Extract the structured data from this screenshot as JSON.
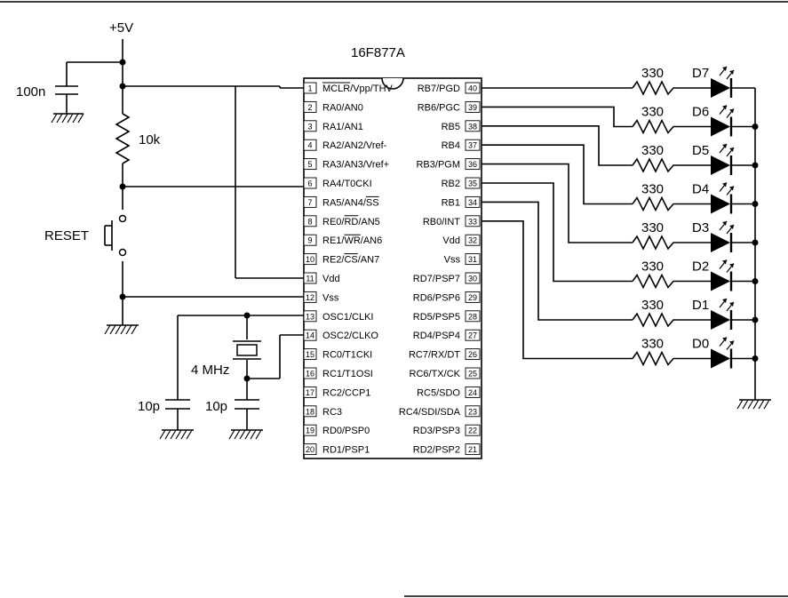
{
  "chip": {
    "name": "16F877A",
    "left_pins": [
      {
        "num": "1",
        "label": "MCLR/Vpp/THV",
        "bar": "MCLR"
      },
      {
        "num": "2",
        "label": "RA0/AN0"
      },
      {
        "num": "3",
        "label": "RA1/AN1"
      },
      {
        "num": "4",
        "label": "RA2/AN2/Vref-"
      },
      {
        "num": "5",
        "label": "RA3/AN3/Vref+"
      },
      {
        "num": "6",
        "label": "RA4/T0CKI"
      },
      {
        "num": "7",
        "label": "RA5/AN4/SS",
        "bar": "SS"
      },
      {
        "num": "8",
        "label": "RE0/RD/AN5",
        "bar": "RD"
      },
      {
        "num": "9",
        "label": "RE1/WR/AN6",
        "bar": "WR"
      },
      {
        "num": "10",
        "label": "RE2/CS/AN7",
        "bar": "CS"
      },
      {
        "num": "11",
        "label": "Vdd"
      },
      {
        "num": "12",
        "label": "Vss"
      },
      {
        "num": "13",
        "label": "OSC1/CLKI"
      },
      {
        "num": "14",
        "label": "OSC2/CLKO"
      },
      {
        "num": "15",
        "label": "RC0/T1CKI"
      },
      {
        "num": "16",
        "label": "RC1/T1OSI"
      },
      {
        "num": "17",
        "label": "RC2/CCP1"
      },
      {
        "num": "18",
        "label": "RC3"
      },
      {
        "num": "19",
        "label": "RD0/PSP0"
      },
      {
        "num": "20",
        "label": "RD1/PSP1"
      }
    ],
    "right_pins": [
      {
        "num": "40",
        "label": "RB7/PGD"
      },
      {
        "num": "39",
        "label": "RB6/PGC"
      },
      {
        "num": "38",
        "label": "RB5"
      },
      {
        "num": "37",
        "label": "RB4"
      },
      {
        "num": "36",
        "label": "RB3/PGM"
      },
      {
        "num": "35",
        "label": "RB2"
      },
      {
        "num": "34",
        "label": "RB1"
      },
      {
        "num": "33",
        "label": "RB0/INT"
      },
      {
        "num": "32",
        "label": "Vdd"
      },
      {
        "num": "31",
        "label": "Vss"
      },
      {
        "num": "30",
        "label": "RD7/PSP7"
      },
      {
        "num": "29",
        "label": "RD6/PSP6"
      },
      {
        "num": "28",
        "label": "RD5/PSP5"
      },
      {
        "num": "27",
        "label": "RD4/PSP4"
      },
      {
        "num": "26",
        "label": "RC7/RX/DT"
      },
      {
        "num": "25",
        "label": "RC6/TX/CK"
      },
      {
        "num": "24",
        "label": "RC5/SDO"
      },
      {
        "num": "23",
        "label": "RC4/SDI/SDA"
      },
      {
        "num": "22",
        "label": "RD3/PSP3"
      },
      {
        "num": "21",
        "label": "RD2/PSP2"
      }
    ]
  },
  "supply_label": "+5V",
  "bypass_cap_label": "100n",
  "pullup_label": "10k",
  "reset_label": "RESET",
  "crystal_label": "4 MHz",
  "load_cap_labels": [
    "10p",
    "10p"
  ],
  "leds": [
    {
      "name": "D7",
      "resistor": "330"
    },
    {
      "name": "D6",
      "resistor": "330"
    },
    {
      "name": "D5",
      "resistor": "330"
    },
    {
      "name": "D4",
      "resistor": "330"
    },
    {
      "name": "D3",
      "resistor": "330"
    },
    {
      "name": "D2",
      "resistor": "330"
    },
    {
      "name": "D1",
      "resistor": "330"
    },
    {
      "name": "D0",
      "resistor": "330"
    }
  ]
}
